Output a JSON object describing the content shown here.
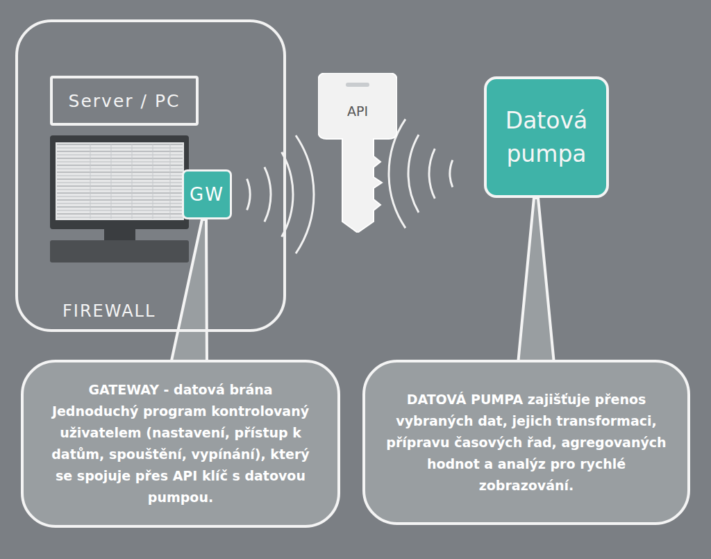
{
  "diagram": {
    "nodes": [
      {
        "text": [
          "FIREWALL"
        ]
      },
      {
        "text": [
          "Server / PC"
        ],
        "in": 0
      },
      {
        "text": [
          "GW"
        ],
        "in": 0
      },
      {
        "text": [
          "API"
        ]
      },
      {
        "text": [
          "Datová pumpa"
        ]
      },
      {
        "text": [
          "GATEWAY - datová brána",
          "Jednoduchý program kontrolovaný uživatelem (nastavení, přístup k datům, spouštění, vypínání), který se spojuje přes API klíč s datovou pumpou."
        ]
      },
      {
        "text": [
          "DATOVÁ PUMPA zajišťuje přenos vybraných dat, jejich transformaci, přípravu časových řad, agregovaných hodnot a analýz pro rychlé zobrazování."
        ]
      }
    ],
    "edges": [
      {
        "from": 5,
        "to": 2,
        "arrow": "none"
      },
      {
        "from": 6,
        "to": 4,
        "arrow": "none"
      }
    ]
  }
}
